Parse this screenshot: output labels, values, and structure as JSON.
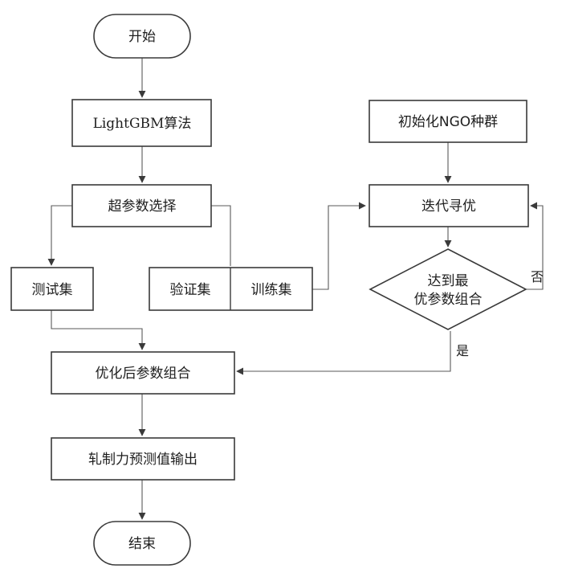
{
  "nodes": {
    "start": "开始",
    "lightgbm": "LightGBM算法",
    "hyperparam": "超参数选择",
    "test_set": "测试集",
    "validation_set": "验证集",
    "training_set": "训练集",
    "init_ngo": "初始化NGO种群",
    "iterate": "迭代寻优",
    "decision_line1": "达到最",
    "decision_line2": "优参数组合",
    "optimized": "优化后参数组合",
    "output": "轧制力预测值输出",
    "end": "结束"
  },
  "edges": {
    "no_label": "否",
    "yes_label": "是"
  },
  "colors": {
    "stroke": "#3a3a3a",
    "connector": "#5a5a5a",
    "text": "#1e1e1e",
    "background": "#ffffff"
  }
}
